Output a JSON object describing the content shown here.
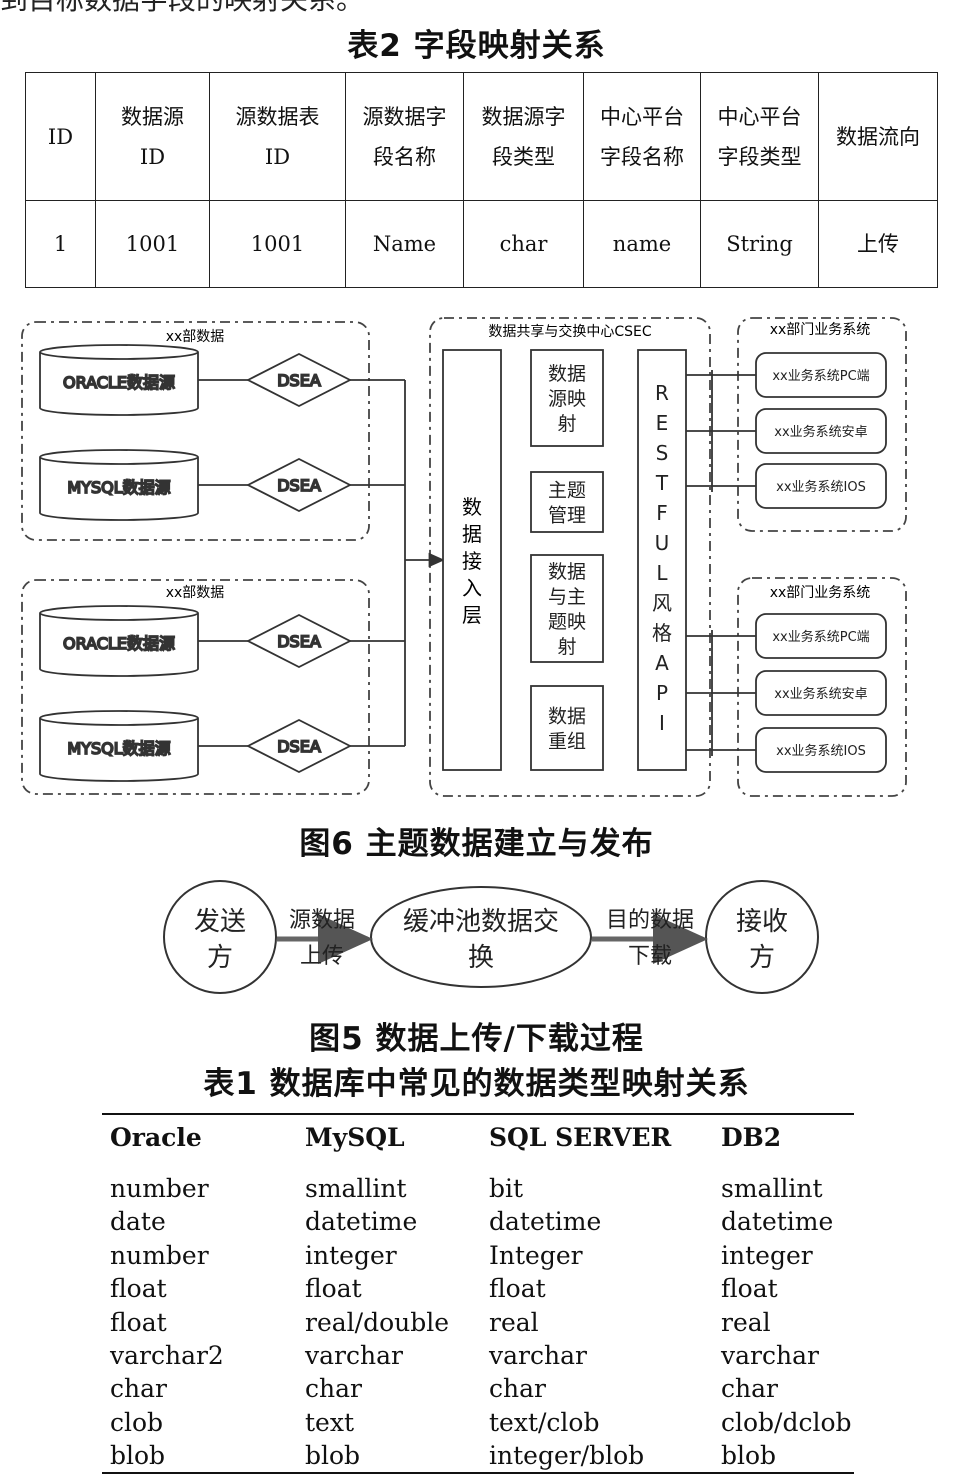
{
  "top_fragment": "到目标数据字段的映射关系。",
  "table2": {
    "caption": "表2  字段映射关系",
    "headers": [
      "ID",
      "数据源\nID",
      "源数据表\nID",
      "源数据字\n段名称",
      "数据源字\n段类型",
      "中心平台\n字段名称",
      "中心平台\n字段类型",
      "数据流向"
    ],
    "row": [
      "1",
      "1001",
      "1001",
      "Name",
      "char",
      "name",
      "String",
      "上传"
    ]
  },
  "fig6": {
    "caption": "图6  主题数据建立与发布",
    "group_label_1": "xx部数据",
    "group_label_2": "xx部数据",
    "db_oracle": "ORACLE数据源",
    "db_mysql": "MYSQL数据源",
    "dsea": "DSEA",
    "center_title": "数据共享与交换中心CSEC",
    "access_layer": "数据接入层",
    "modules": [
      "数据源映射",
      "主题管理",
      "数据与主题映射",
      "数据重组"
    ],
    "api": "RESTFUL风格API",
    "biz_title_1": "xx部门业务系统",
    "biz_title_2": "xx部门业务系统",
    "biz_items": [
      "xx业务系统PC端",
      "xx业务系统安卓",
      "xx业务系统IOS"
    ]
  },
  "fig5": {
    "caption": "图5   数据上传/下载过程",
    "sender": "发送\n方",
    "edge1": "源数据\n上传",
    "buffer": "缓冲池数据交\n换",
    "edge2": "目的数据\n下载",
    "receiver": "接收\n方"
  },
  "table1": {
    "caption": "表1   数据库中常见的数据类型映射关系",
    "headers": [
      "Oracle",
      "MySQL",
      "SQL SERVER",
      "DB2"
    ],
    "columns": [
      [
        "number",
        "date",
        "number",
        "float",
        "float",
        "varchar2",
        "char",
        "clob",
        "blob"
      ],
      [
        "smallint",
        "datetime",
        "integer",
        "float",
        "real/double",
        "varchar",
        "char",
        "text",
        "blob"
      ],
      [
        "bit",
        "datetime",
        "Integer",
        "float",
        "real",
        "varchar",
        "char",
        "text/clob",
        "integer/blob"
      ],
      [
        "smallint",
        "datetime",
        "integer",
        "float",
        "real",
        "varchar",
        "char",
        "clob/dclob",
        "blob"
      ]
    ]
  }
}
